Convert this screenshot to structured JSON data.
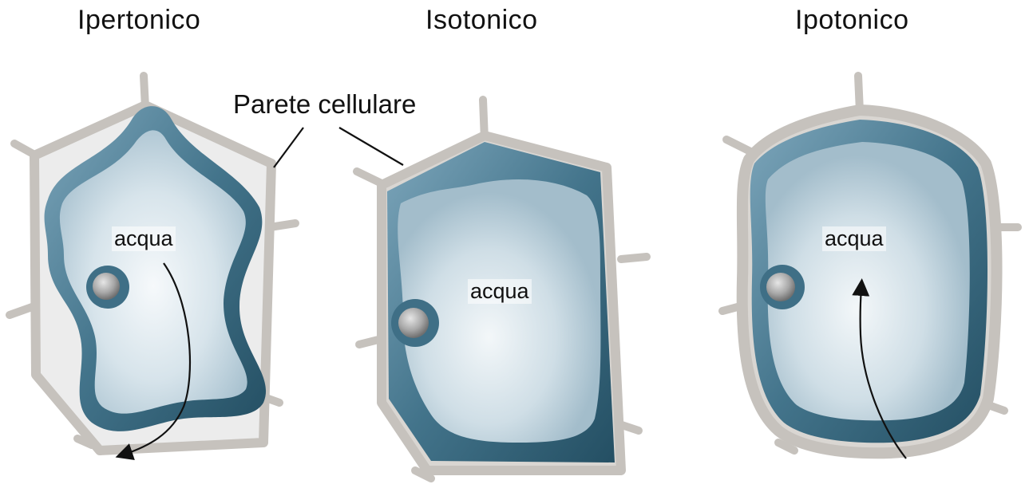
{
  "titles": {
    "hypertonic": "Ipertonico",
    "isotonic": "Isotonico",
    "hypotonic": "Ipotonico"
  },
  "wall_label": "Parete cellulare",
  "water_labels": {
    "hypertonic": "acqua",
    "isotonic": "acqua",
    "hypotonic": "acqua"
  },
  "colors": {
    "cell_wall": "#c9c6c2",
    "cell_wall_edge": "#a7a39e",
    "membrane_dark": "#2f5f74",
    "membrane_light": "#6f9bb2",
    "cytoplasm_center": "#f6f9fb",
    "cytoplasm_edge": "#a9c2d0",
    "nucleus": "#9c9c9c"
  }
}
